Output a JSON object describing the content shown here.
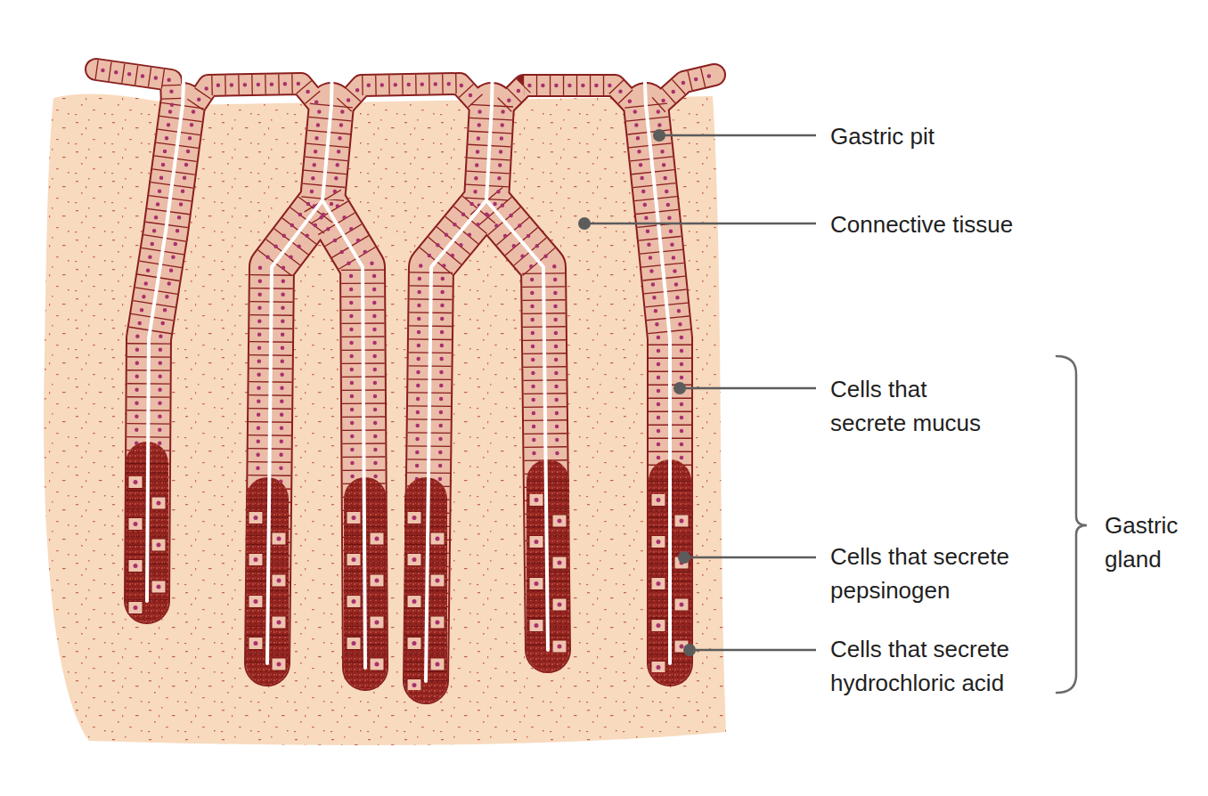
{
  "diagram": {
    "labels": [
      "Gastric pit",
      "Connective tissue",
      "Cells that secrete mucus",
      "Cells that secrete pepsinogen",
      "Cells that secrete hydrochloric acid",
      "Gastric gland"
    ]
  }
}
